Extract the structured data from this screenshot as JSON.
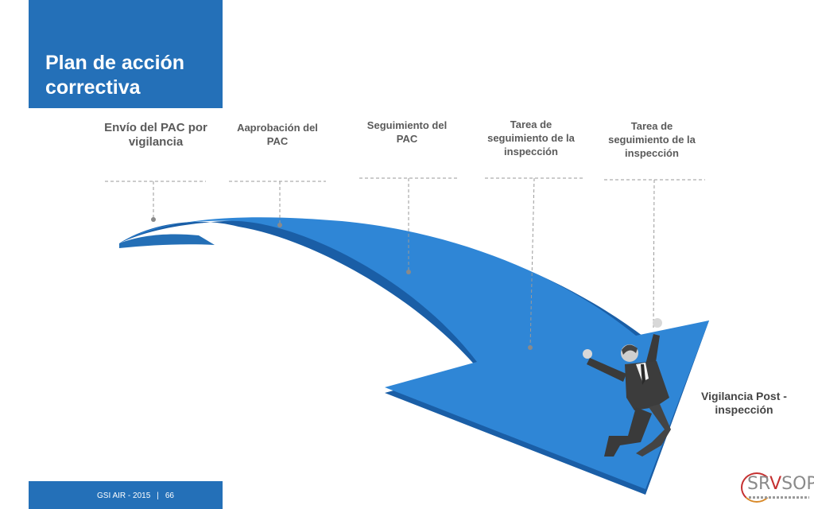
{
  "slide": {
    "title": "Plan de acción correctiva",
    "steps": [
      {
        "label": "Envío del PAC por vigilancia"
      },
      {
        "label": "Aaprobación del PAC"
      },
      {
        "label": "Seguimiento del PAC"
      },
      {
        "label": "Tarea de seguimiento de la inspección"
      },
      {
        "label": "Tarea de seguimiento de la inspección"
      }
    ],
    "final_step": "Vigilancia Post - inspección",
    "footer": {
      "org": "GSI AIR - 2015",
      "separator": "|",
      "page": "66"
    },
    "logo": {
      "prefix": "SR",
      "accent": "V",
      "suffix": "SOP"
    }
  },
  "colors": {
    "accent_blue": "#2470b8",
    "arrow_blue": "#2f86d6",
    "arrow_shadow": "#1a5ea6",
    "logo_red": "#c53030"
  },
  "icons": [
    "celebrating-businessman-icon",
    "srvsop-logo-icon"
  ]
}
